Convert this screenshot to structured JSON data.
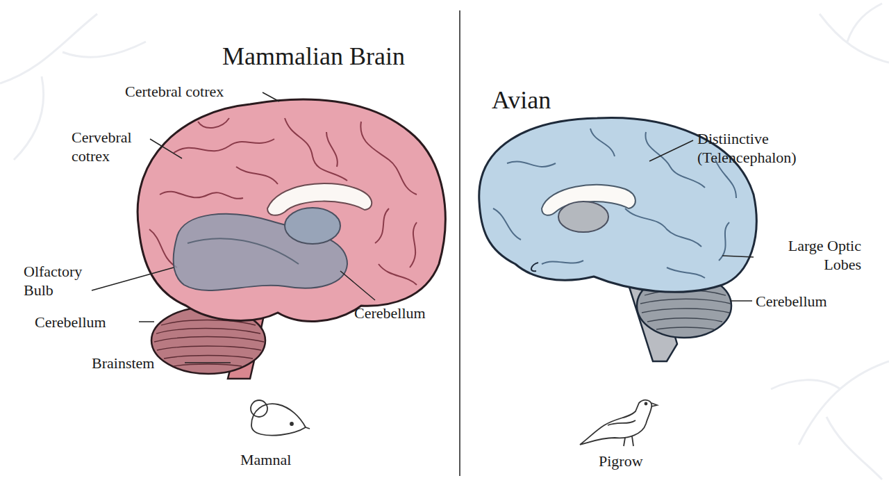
{
  "diagram": {
    "labels": [
      "Mammalian Brain",
      "Certebral cotrex",
      "Cervebral cotrex",
      "Olfactory Bulb",
      "Cerebellum",
      "Brainstem",
      "Cerebellum",
      "Mamnal",
      "Avian",
      "Distiinctive (Telencephalon)",
      "Large Optic Lobes",
      "Cerebellum",
      "Pigrow"
    ]
  }
}
